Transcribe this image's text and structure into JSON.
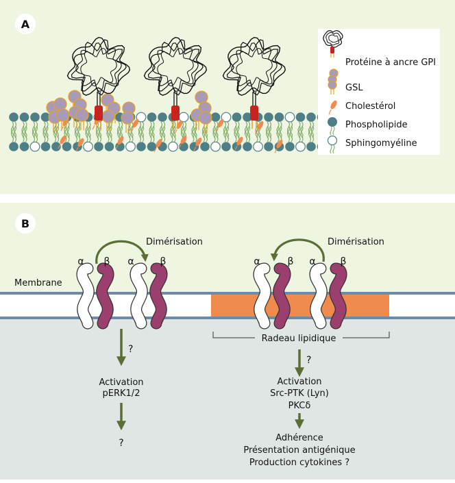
{
  "panel_a": {
    "badge": "A",
    "legend": {
      "gpi_protein": "Protéine à ancre GPI",
      "gsl": "GSL",
      "cholesterol": "Cholestérol",
      "phospholipid": "Phospholipide",
      "sphingomyelin": "Sphingomyéline"
    }
  },
  "panel_b": {
    "badge": "B",
    "membrane_label": "Membrane",
    "dimerisation_left": "Dimérisation",
    "dimerisation_right": "Dimérisation",
    "alpha": "α",
    "beta": "β",
    "raft_label": "Radeau lipidique",
    "left_pathway": {
      "question_1": "?",
      "activation": "Activation",
      "perk": "pERK1/2",
      "question_2": "?"
    },
    "right_pathway": {
      "question": "?",
      "activation": "Activation",
      "src": "Src-PTK (Lyn)",
      "pkc": "PKCδ",
      "outcome_1": "Adhérence",
      "outcome_2": "Présentation antigénique",
      "outcome_3": "Production cytokines ?"
    }
  },
  "colors": {
    "panel_bg": "#eef5e1",
    "cyto_bg": "#e0e6e4",
    "membrane_blue": "#6f8aa8",
    "raft_orange": "#f08b4e",
    "beta_purple": "#9b3f6e",
    "arrow_green": "#5a6e35",
    "gpi_red": "#c8231e",
    "gsl_purple": "#a99ab8",
    "phospholipid_teal": "#4e7f86"
  }
}
